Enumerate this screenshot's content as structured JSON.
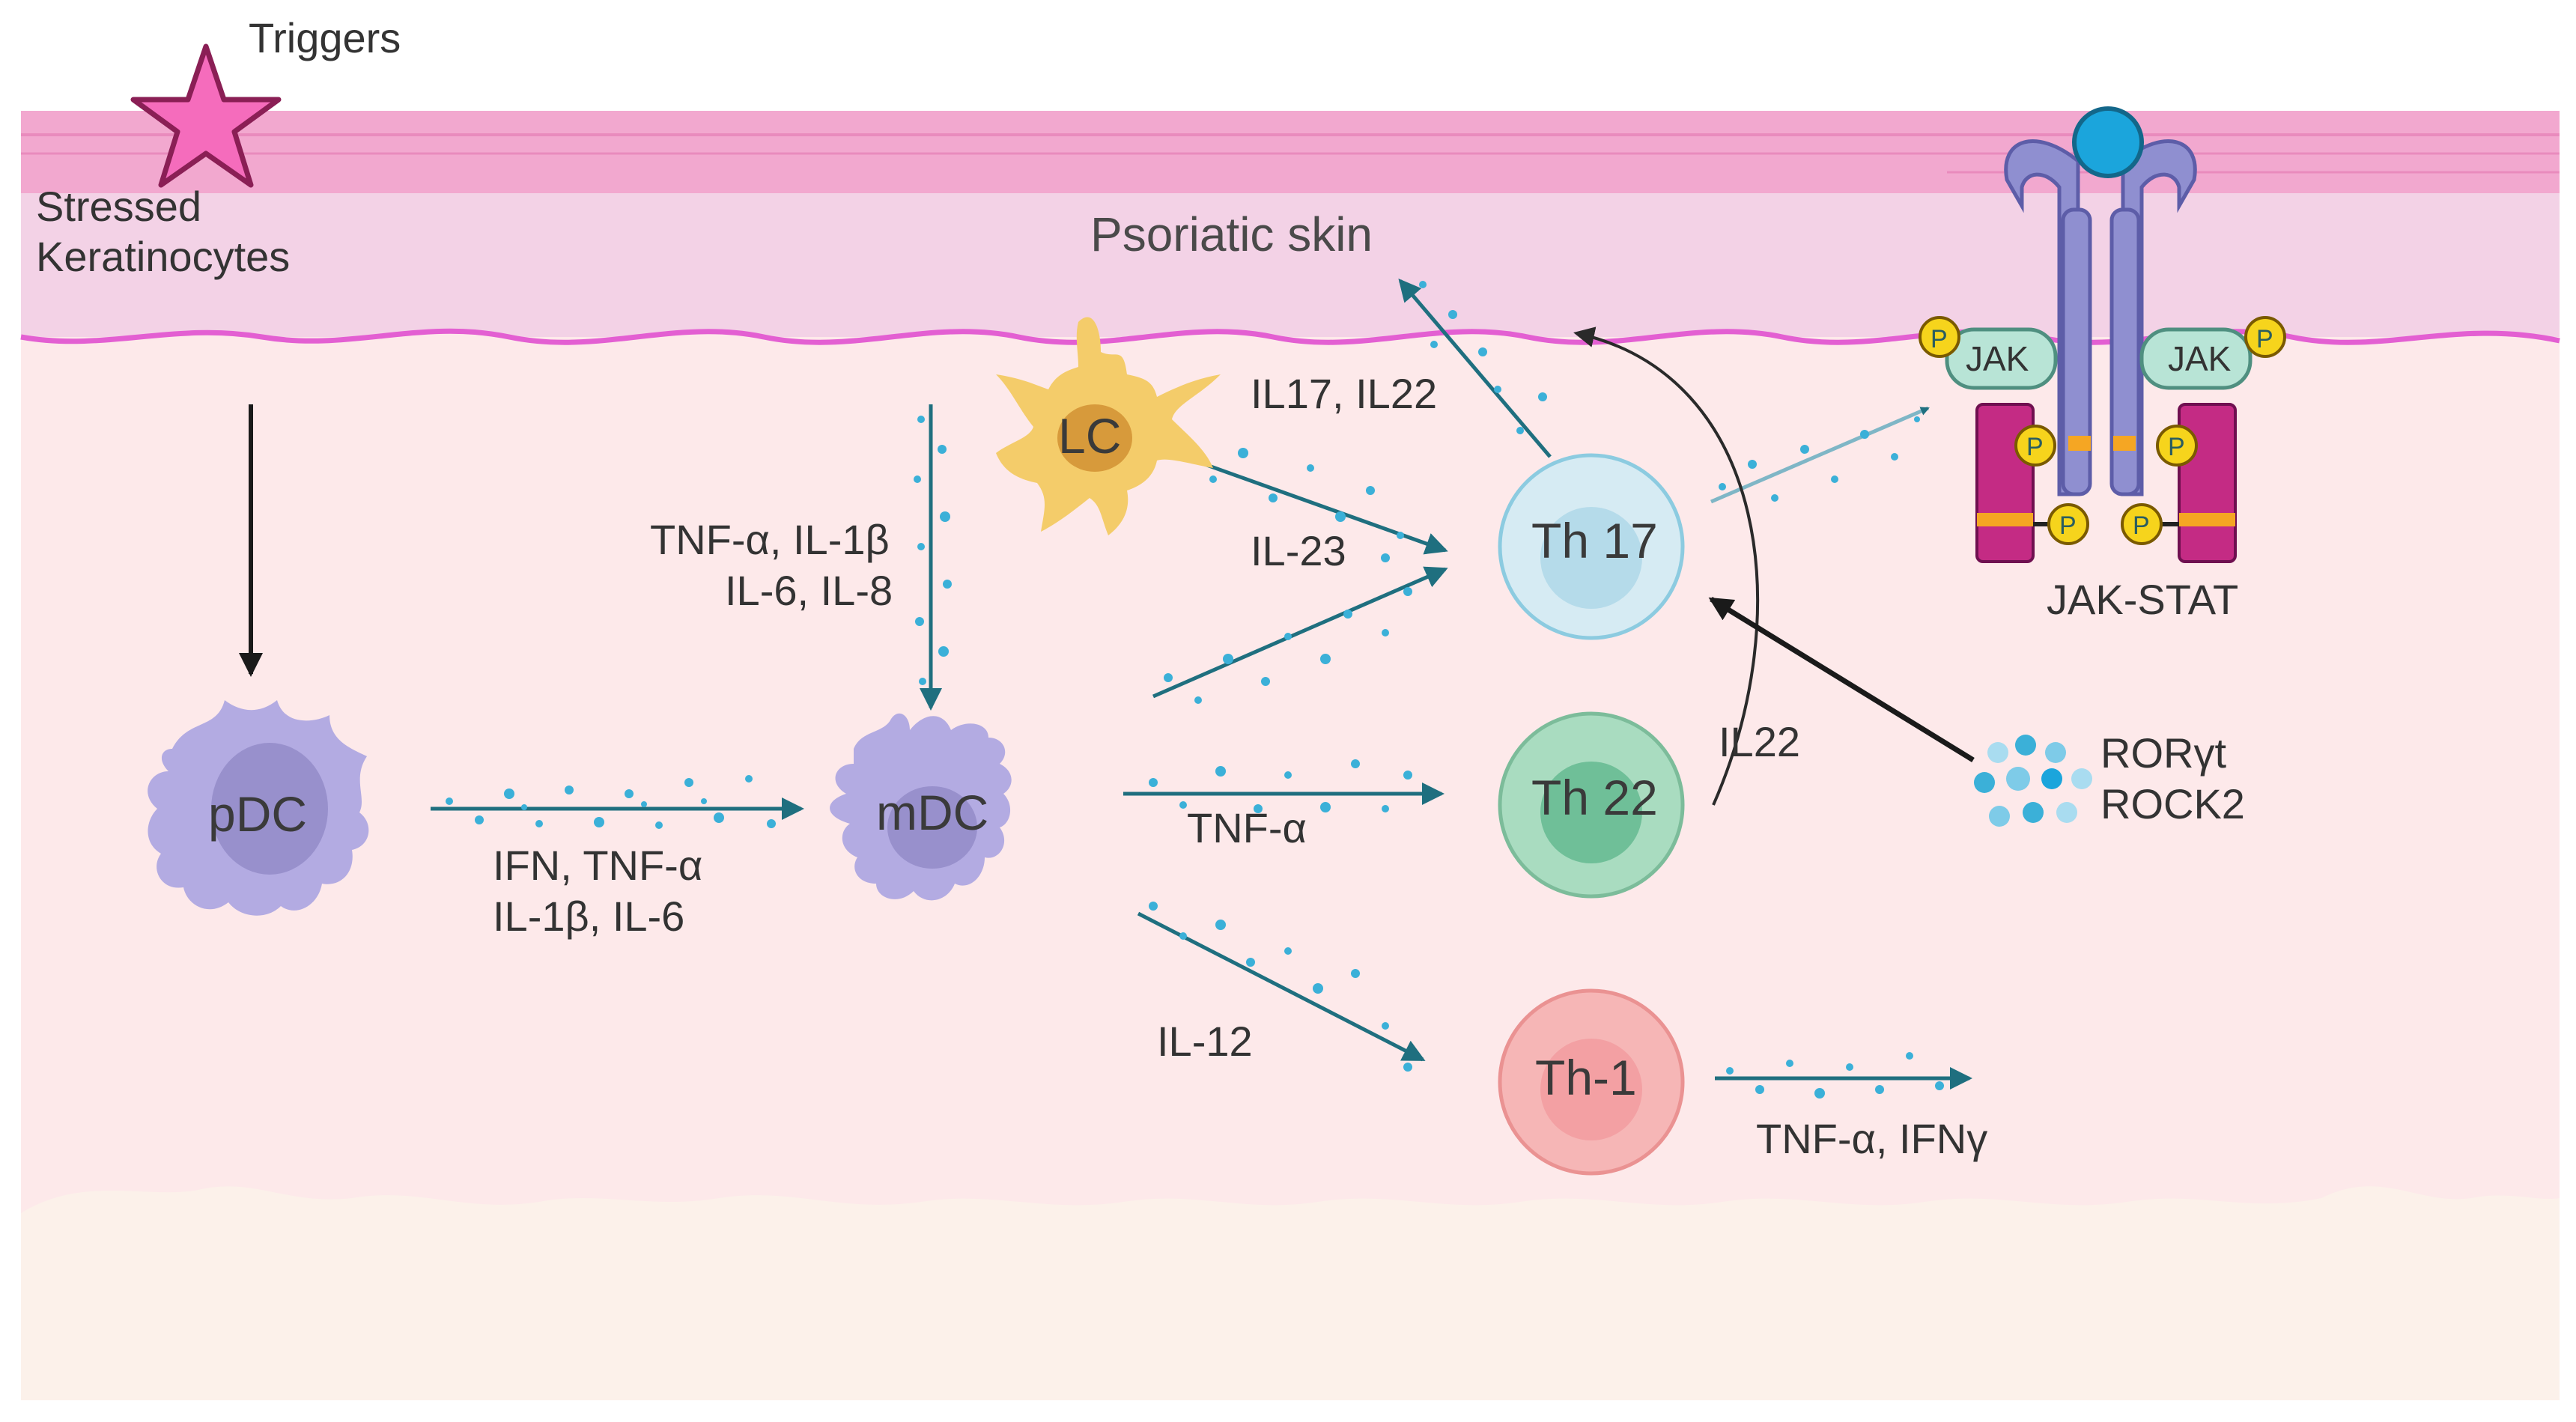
{
  "colors": {
    "epidermis_top": "#f2a8cf",
    "epidermis": "#f3d2e6",
    "basement_line": "#e35fd2",
    "dermis": "#fde9ea",
    "hypodermis": "#fcf1ea",
    "arrow": "#1f6f7f",
    "dots": "#3bb0d8",
    "dc": "#b3abe2",
    "lc": "#f4cc6a",
    "th17": "#d6ebf3",
    "th22": "#a9dcc0",
    "th1": "#f6b6b6",
    "receptor": "#8f8fd0",
    "jak": "#b8e4d6",
    "stat": "#c42b84",
    "phospho": "#f6d41c"
  },
  "labels": {
    "triggers": "Triggers",
    "stressed": "Stressed",
    "keratinocytes": "Keratinocytes",
    "psoriatic_skin": "Psoriatic skin",
    "pdc": "pDC",
    "mdc": "mDC",
    "lc": "LC",
    "th17": "Th 17",
    "th22": "Th 22",
    "th1": "Th-1",
    "ifn_line1": "IFN, TNF-α",
    "ifn_line2": "IL-1β, IL-6",
    "tnf_line1": "TNF-α, IL-1β",
    "tnf_line2": "IL-6, IL-8",
    "il17_il22": "IL17, IL22",
    "il23": "IL-23",
    "tnfa": "TNF-α",
    "il12": "IL-12",
    "il22": "IL22",
    "tnf_ifng": "TNF-α, IFNγ",
    "rorgt": "RORγt",
    "rock2": "ROCK2",
    "jak_left": "JAK",
    "jak_right": "JAK",
    "jak_stat": "JAK-STAT",
    "p": "P"
  },
  "icons": {
    "trigger": "star-icon",
    "inhibitor_cluster": "molecule-cluster-icon",
    "receptor": "cytokine-receptor-icon"
  }
}
